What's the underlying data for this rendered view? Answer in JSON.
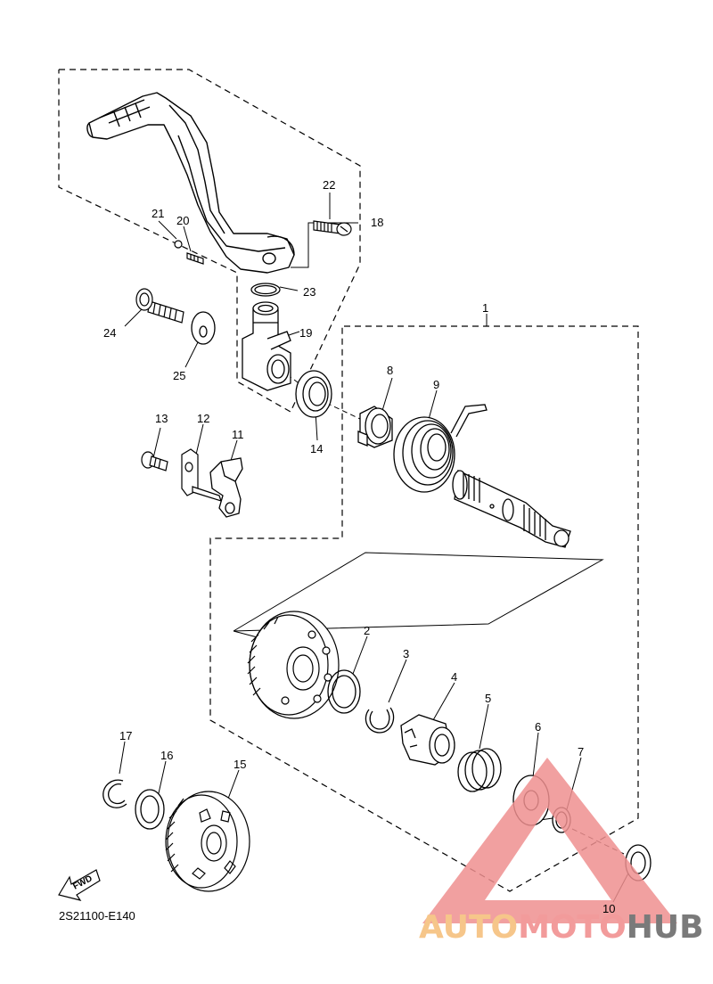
{
  "diagram": {
    "part_numbers": [
      "1",
      "2",
      "3",
      "4",
      "5",
      "6",
      "7",
      "8",
      "9",
      "10",
      "11",
      "12",
      "13",
      "14",
      "15",
      "16",
      "17",
      "18",
      "19",
      "20",
      "21",
      "22",
      "23",
      "24",
      "25"
    ],
    "diagram_code": "2S21100-E140",
    "fwd_label": "FWD"
  },
  "watermark": {
    "brand_part1": "AUTO",
    "brand_part2": "MOTO",
    "brand_part3": "HUB",
    "colors": {
      "auto": "#f6c68a",
      "moto": "#f29b9b",
      "hub": "#7a7a7a",
      "triangle": "#ef8f8f"
    }
  }
}
